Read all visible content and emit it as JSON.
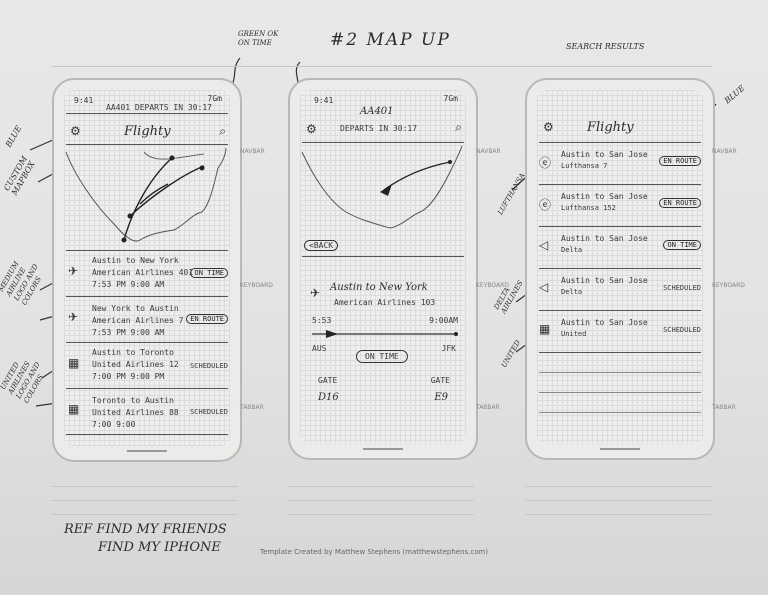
{
  "page_title": "#2 MAP UP",
  "annotations": {
    "green_ok": "GREEN OK ON TIME",
    "search_results": "SEARCH RESULTS",
    "blue_left": "BLUE",
    "blue_right": "BLUE",
    "custom_map": "CUSTOM MAPBOX",
    "airline_logos": "MEDIUM AIRLINE LOGO AND COLORS",
    "united_logos": "UNITED AIRLINES LOGO AND COLORS",
    "lufthansa": "LUFTHANSA",
    "delta": "DELTA AIRLINES",
    "united": "UNITED",
    "ref": "REF FIND MY FRIENDS",
    "ref2": "FIND MY IPHONE"
  },
  "footer": "Template Created by Matthew Stephens (matthewstephens.com)",
  "phone1": {
    "time": "9:41",
    "battery": "7Gm",
    "banner": "AA401 DEPARTS IN 30:17",
    "title": "Flighty",
    "flights": [
      {
        "route": "Austin to New York",
        "sub": "American Airlines 401",
        "times": "7:53 PM  9:00 AM",
        "status": "ON TIME"
      },
      {
        "route": "New York to Austin",
        "sub": "American Airlines 7",
        "times": "7:53 PM  9:00 AM",
        "status": "EN ROUTE"
      },
      {
        "route": "Austin to Toronto",
        "sub": "United Airlines 12",
        "times": "7:00 PM  9:00 PM",
        "status": "SCHEDULED"
      },
      {
        "route": "Toronto to Austin",
        "sub": "United Airlines 88",
        "times": "7:00  9:00",
        "status": "SCHEDULED"
      }
    ]
  },
  "phone2": {
    "time": "9:41",
    "battery": "7Gm",
    "flight_no": "AA401",
    "departs": "DEPARTS IN 30:17",
    "back": "<BACK",
    "route": "Austin to New York",
    "sub": "American Airlines 103",
    "dep_time": "5:53",
    "arr_time": "9:00AM",
    "dep_code": "AUS",
    "arr_code": "JFK",
    "status": "ON TIME",
    "gate_label_1": "GATE",
    "gate_label_2": "GATE",
    "gate_1": "D16",
    "gate_2": "E9"
  },
  "phone3": {
    "title": "Flighty",
    "results": [
      {
        "route": "Austin to San Jose",
        "sub": "Lufthansa 7",
        "status": "EN ROUTE"
      },
      {
        "route": "Austin to San Jose",
        "sub": "Lufthansa 152",
        "status": "EN ROUTE"
      },
      {
        "route": "Austin to San Jose",
        "sub": "Delta",
        "status": "ON TIME"
      },
      {
        "route": "Austin to San Jose",
        "sub": "Delta",
        "status": "SCHEDULED"
      },
      {
        "route": "Austin to San Jose",
        "sub": "United",
        "status": "SCHEDULED"
      }
    ]
  },
  "side_labels": {
    "navbar": "NAVBAR",
    "keyboard": "KEYBOARD",
    "tabbar": "TABBAR"
  }
}
